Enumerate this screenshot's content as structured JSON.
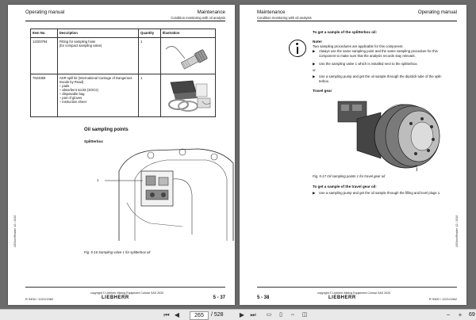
{
  "left_page": {
    "header_left": "Operating manual",
    "header_right": "Maintenance",
    "subheader": "Condition monitoring with oil analysis",
    "table": {
      "headers": [
        "Item No.",
        "Description",
        "Quantity",
        "Illustration"
      ],
      "rows": [
        {
          "item": "12203794",
          "description_lines": [
            "Fitting for sampling hose",
            "(for compact sampling valve)"
          ],
          "quantity": "1"
        },
        {
          "item": "7623359",
          "description_lines": [
            "ADR spill kit (International Carriage of Dangerous",
            "Goods by Road)",
            "–   pads",
            "–   absorbent socks (SOCs)",
            "–   disposable bag",
            "–   pair of gloves",
            "–   instruction sheet"
          ],
          "quantity": "1"
        }
      ]
    },
    "section_title": "Oil sampling points",
    "subsection_title": "Splitterbox",
    "callout": "1",
    "figure_caption": "Fig. 5-16    Sampling valve 1 for splitterbox oil",
    "side_text": "LEOwinReader  12 / 2020",
    "footer_left": "R 9400 / 1221/1962",
    "footer_center": "copyright © Liebherr-Mining Equipment Colmar SAS 2020",
    "logo": "LIEBHERR",
    "page_number": "5 - 37"
  },
  "right_page": {
    "header_left": "Maintenance",
    "header_right": "Operating manual",
    "subheader": "Condition monitoring with oil analysis",
    "intro_heading": "To get a sample of the splitterbox oil:",
    "note_label": "Note!",
    "note_lines": [
      "Two sampling procedures are applicable for this component."
    ],
    "note_bullet_lines": [
      "Always use the same sampling point and the same sampling procedure for this",
      "component to make sure that the analysis records stay relevant."
    ],
    "step1": "Use the sampling valve 1 which is installed next to the splitterbox.",
    "or_text": "or",
    "step2_lines": [
      "Use a sampling pump and get the oil sample through the dipstick tube of the split-",
      "terbox."
    ],
    "subsection_title": "Travel gear",
    "callout": "1",
    "figure_caption": "Fig. 5-17    Oil sampling points 1 for travel gear oil",
    "heading2": "To get a sample of the travel gear oil:",
    "step3": "Use a sampling pump and get the oil sample through the filling and level plugs 1.",
    "side_text": "LEOwinReader  12 / 2020",
    "footer_left": "5 - 38",
    "footer_center": "copyright © Liebherr-Mining Equipment Colmar SAS 2020",
    "logo": "LIEBHERR",
    "footer_right": "R 9400 / 1221/1962"
  },
  "toolbar": {
    "current_page": "265",
    "total_pages": "/ 528",
    "zoom": "69"
  },
  "colors": {
    "page": "#ffffff",
    "viewer_bg": "#6b6b6b",
    "toolbar_bg": "#e9e9e9"
  }
}
